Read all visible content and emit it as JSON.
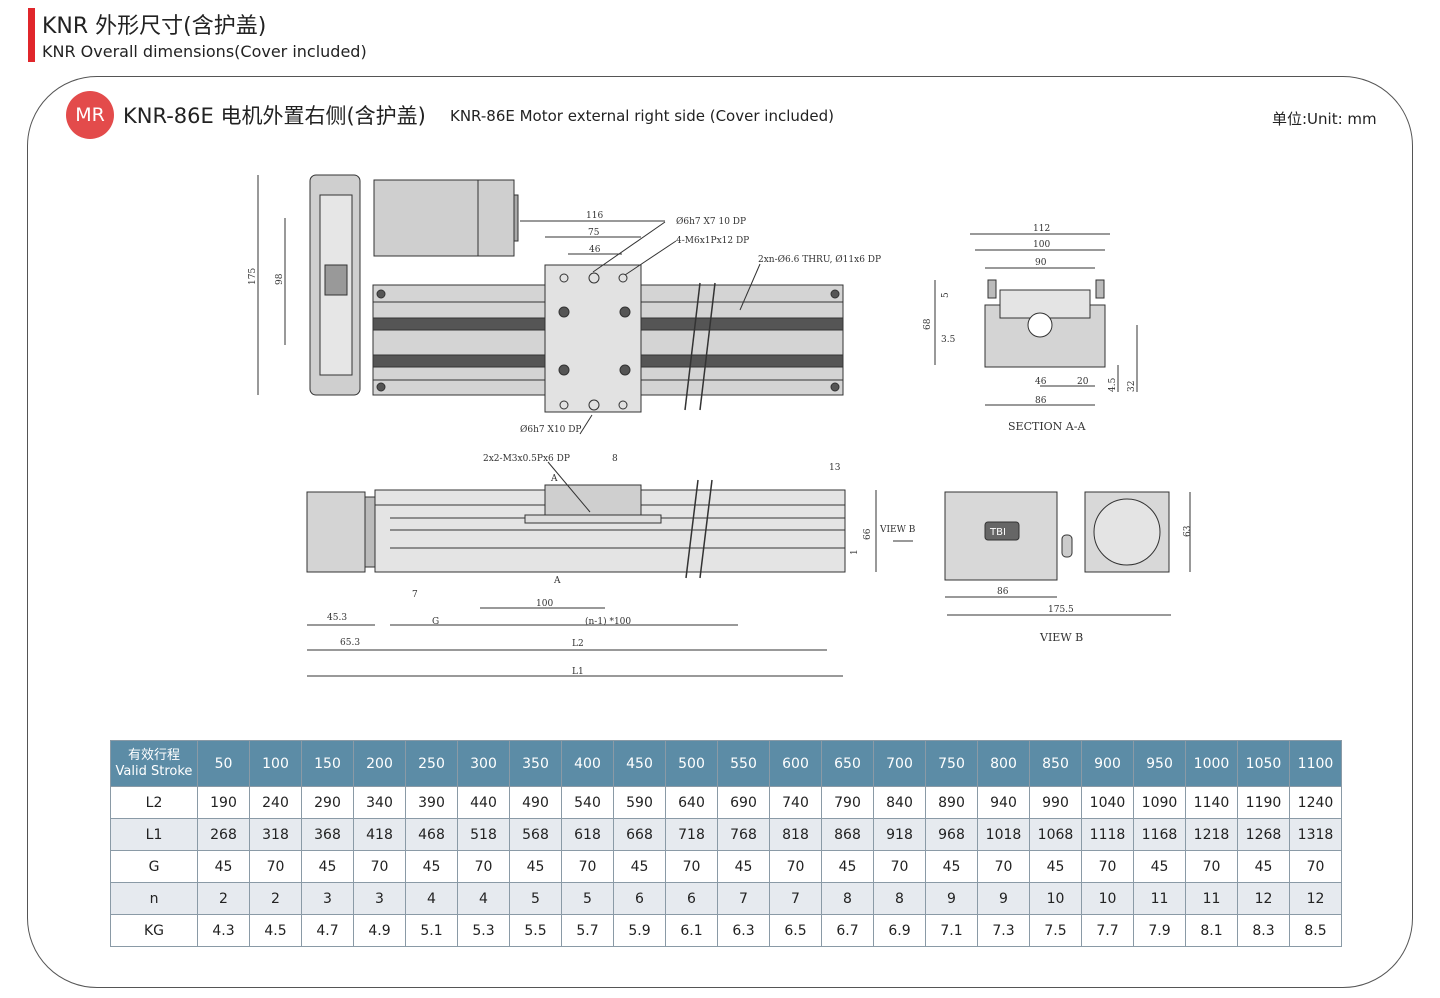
{
  "header": {
    "title_cn": "KNR 外形尺寸(含护盖)",
    "title_en": "KNR Overall dimensions(Cover included)"
  },
  "section": {
    "badge": "MR",
    "title_cn": "KNR-86E 电机外置右侧(含护盖)",
    "title_en": "KNR-86E Motor external right side (Cover included)",
    "unit": "单位:Unit: mm"
  },
  "drawing": {
    "top_view": {
      "dims": [
        "116",
        "75",
        "46",
        "175",
        "98"
      ],
      "notes": [
        "Ø6h7 X7 10 DP",
        "4-M6x1Px12 DP",
        "2xn-Ø6.6 THRU, Ø11x6 DP",
        "Ø6h7 X10 DP"
      ]
    },
    "section_aa": {
      "dims": [
        "112",
        "100",
        "90",
        "5",
        "68",
        "3.5",
        "46",
        "20",
        "86",
        "4.5",
        "32"
      ],
      "label": "SECTION A-A"
    },
    "side_view": {
      "dims": [
        "8",
        "13",
        "66",
        "1",
        "7",
        "45.3",
        "65.3",
        "G",
        "100",
        "(n-1) *100",
        "L2",
        "L1"
      ],
      "notes": [
        "2x2-M3x0.5Px6 DP",
        "A",
        "A",
        "VIEW B"
      ]
    },
    "view_b": {
      "dims": [
        "63",
        "86",
        "175.5"
      ],
      "label": "VIEW B",
      "logo": "TBI"
    }
  },
  "table": {
    "header_cn": "有效行程",
    "header_en": "Valid Stroke",
    "strokes": [
      "50",
      "100",
      "150",
      "200",
      "250",
      "300",
      "350",
      "400",
      "450",
      "500",
      "550",
      "600",
      "650",
      "700",
      "750",
      "800",
      "850",
      "900",
      "950",
      "1000",
      "1050",
      "1100"
    ],
    "rows": [
      {
        "label": "L2",
        "values": [
          "190",
          "240",
          "290",
          "340",
          "390",
          "440",
          "490",
          "540",
          "590",
          "640",
          "690",
          "740",
          "790",
          "840",
          "890",
          "940",
          "990",
          "1040",
          "1090",
          "1140",
          "1190",
          "1240"
        ]
      },
      {
        "label": "L1",
        "values": [
          "268",
          "318",
          "368",
          "418",
          "468",
          "518",
          "568",
          "618",
          "668",
          "718",
          "768",
          "818",
          "868",
          "918",
          "968",
          "1018",
          "1068",
          "1118",
          "1168",
          "1218",
          "1268",
          "1318"
        ]
      },
      {
        "label": "G",
        "values": [
          "45",
          "70",
          "45",
          "70",
          "45",
          "70",
          "45",
          "70",
          "45",
          "70",
          "45",
          "70",
          "45",
          "70",
          "45",
          "70",
          "45",
          "70",
          "45",
          "70",
          "45",
          "70"
        ]
      },
      {
        "label": "n",
        "values": [
          "2",
          "2",
          "3",
          "3",
          "4",
          "4",
          "5",
          "5",
          "6",
          "6",
          "7",
          "7",
          "8",
          "8",
          "9",
          "9",
          "10",
          "10",
          "11",
          "11",
          "12",
          "12"
        ]
      },
      {
        "label": "KG",
        "values": [
          "4.3",
          "4.5",
          "4.7",
          "4.9",
          "5.1",
          "5.3",
          "5.5",
          "5.7",
          "5.9",
          "6.1",
          "6.3",
          "6.5",
          "6.7",
          "6.9",
          "7.1",
          "7.3",
          "7.5",
          "7.7",
          "7.9",
          "8.1",
          "8.3",
          "8.5"
        ]
      }
    ]
  },
  "colors": {
    "accent": "#e0262b",
    "badge": "#e34b4b",
    "table_header": "#5c8ca6",
    "table_alt_row": "#e6eaef"
  }
}
